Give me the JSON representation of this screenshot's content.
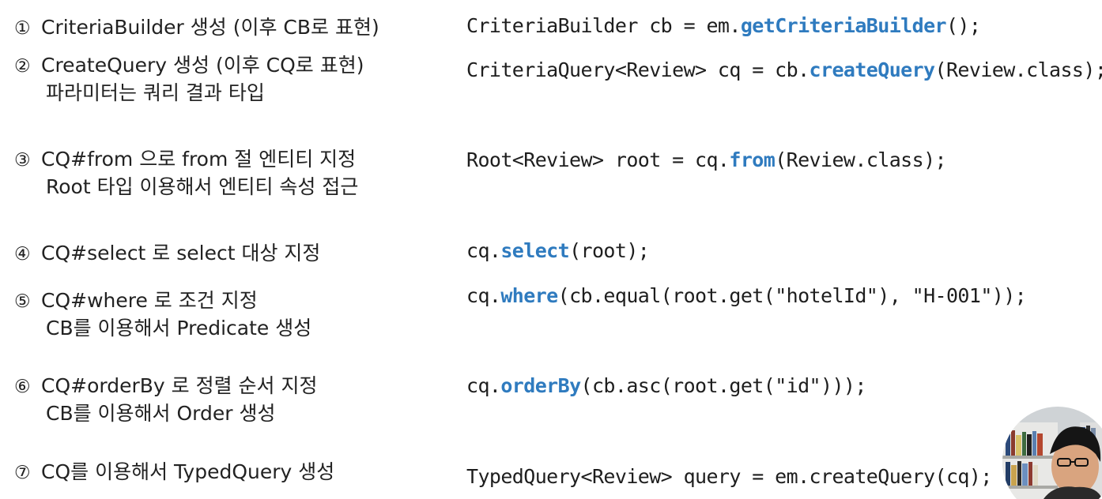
{
  "steps": [
    {
      "num": "①",
      "line1": "CriteriaBuilder 생성 (이후 CB로 표현)",
      "line2": "",
      "code": {
        "pre": "CriteriaBuilder cb = em.",
        "method": "getCriteriaBuilder",
        "post": "();"
      }
    },
    {
      "num": "②",
      "line1": "CreateQuery 생성 (이후 CQ로 표현)",
      "line2": "파라미터는 쿼리 결과 타입",
      "code": {
        "pre": "CriteriaQuery<Review> cq = cb.",
        "method": "createQuery",
        "post": "(Review.class);"
      }
    },
    {
      "num": "③",
      "line1": "CQ#from 으로 from 절 엔티티 지정",
      "line2": "Root 타입 이용해서 엔티티 속성 접근",
      "code": {
        "pre": "Root<Review> root = cq.",
        "method": "from",
        "post": "(Review.class);"
      }
    },
    {
      "num": "④",
      "line1": "CQ#select 로 select 대상 지정",
      "line2": "",
      "code": {
        "pre": "cq.",
        "method": "select",
        "post": "(root);"
      }
    },
    {
      "num": "⑤",
      "line1": "CQ#where 로 조건 지정",
      "line2": "CB를 이용해서 Predicate 생성",
      "code": {
        "pre": "cq.",
        "method": "where",
        "post": "(cb.equal(root.get(\"hotelId\"), \"H-001\"));"
      }
    },
    {
      "num": "⑥",
      "line1": "CQ#orderBy 로 정렬 순서 지정",
      "line2": "CB를 이용해서 Order 생성",
      "code": {
        "pre": "cq.",
        "method": "orderBy",
        "post": "(cb.asc(root.get(\"id\")));"
      }
    },
    {
      "num": "⑦",
      "line1": "CQ를 이용해서 TypedQuery 생성",
      "line2": "",
      "code": {
        "pre": "TypedQuery<Review> query = em.createQuery(cq);",
        "method": "",
        "post": ""
      }
    }
  ],
  "colors": {
    "method": "#2f7bbf",
    "text": "#222222",
    "background": "#ffffff"
  }
}
